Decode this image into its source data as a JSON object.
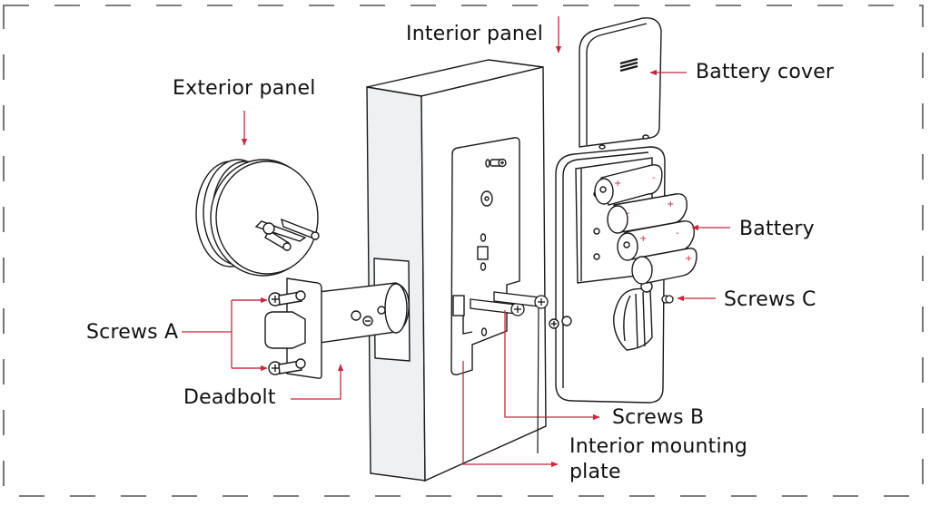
{
  "diagram": {
    "type": "exploded-assembly",
    "subject": "Smart deadbolt lock installation",
    "colors": {
      "line": "#1a1a1a",
      "leader": "#c8283c",
      "wall_side": "#eef0f2",
      "border": "#555555"
    },
    "labels": {
      "exterior_panel": "Exterior panel",
      "interior_panel": "Interior panel",
      "battery_cover": "Battery cover",
      "battery": "Battery",
      "screws_a": "Screws A",
      "screws_b": "Screws B",
      "screws_c": "Screws C",
      "deadbolt": "Deadbolt",
      "interior_mounting_plate_line1": "Interior mounting",
      "interior_mounting_plate_line2": "plate"
    },
    "battery_polarity": {
      "plus": "+",
      "minus": "-"
    },
    "battery_count": 4
  }
}
